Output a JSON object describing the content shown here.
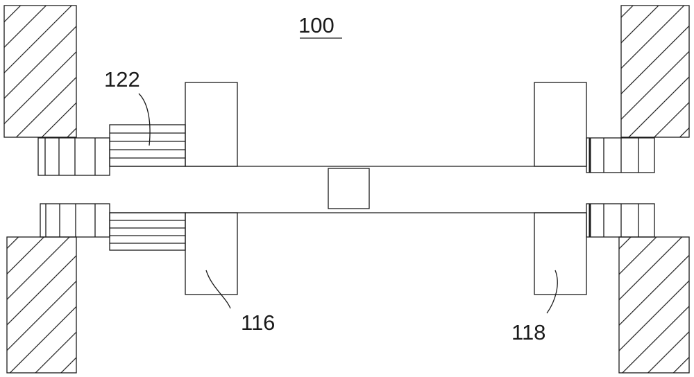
{
  "figure": {
    "title_label": "100",
    "labels": {
      "upper_left_stack": "122",
      "lower_left_pad": "116",
      "lower_right_pad": "118"
    }
  }
}
